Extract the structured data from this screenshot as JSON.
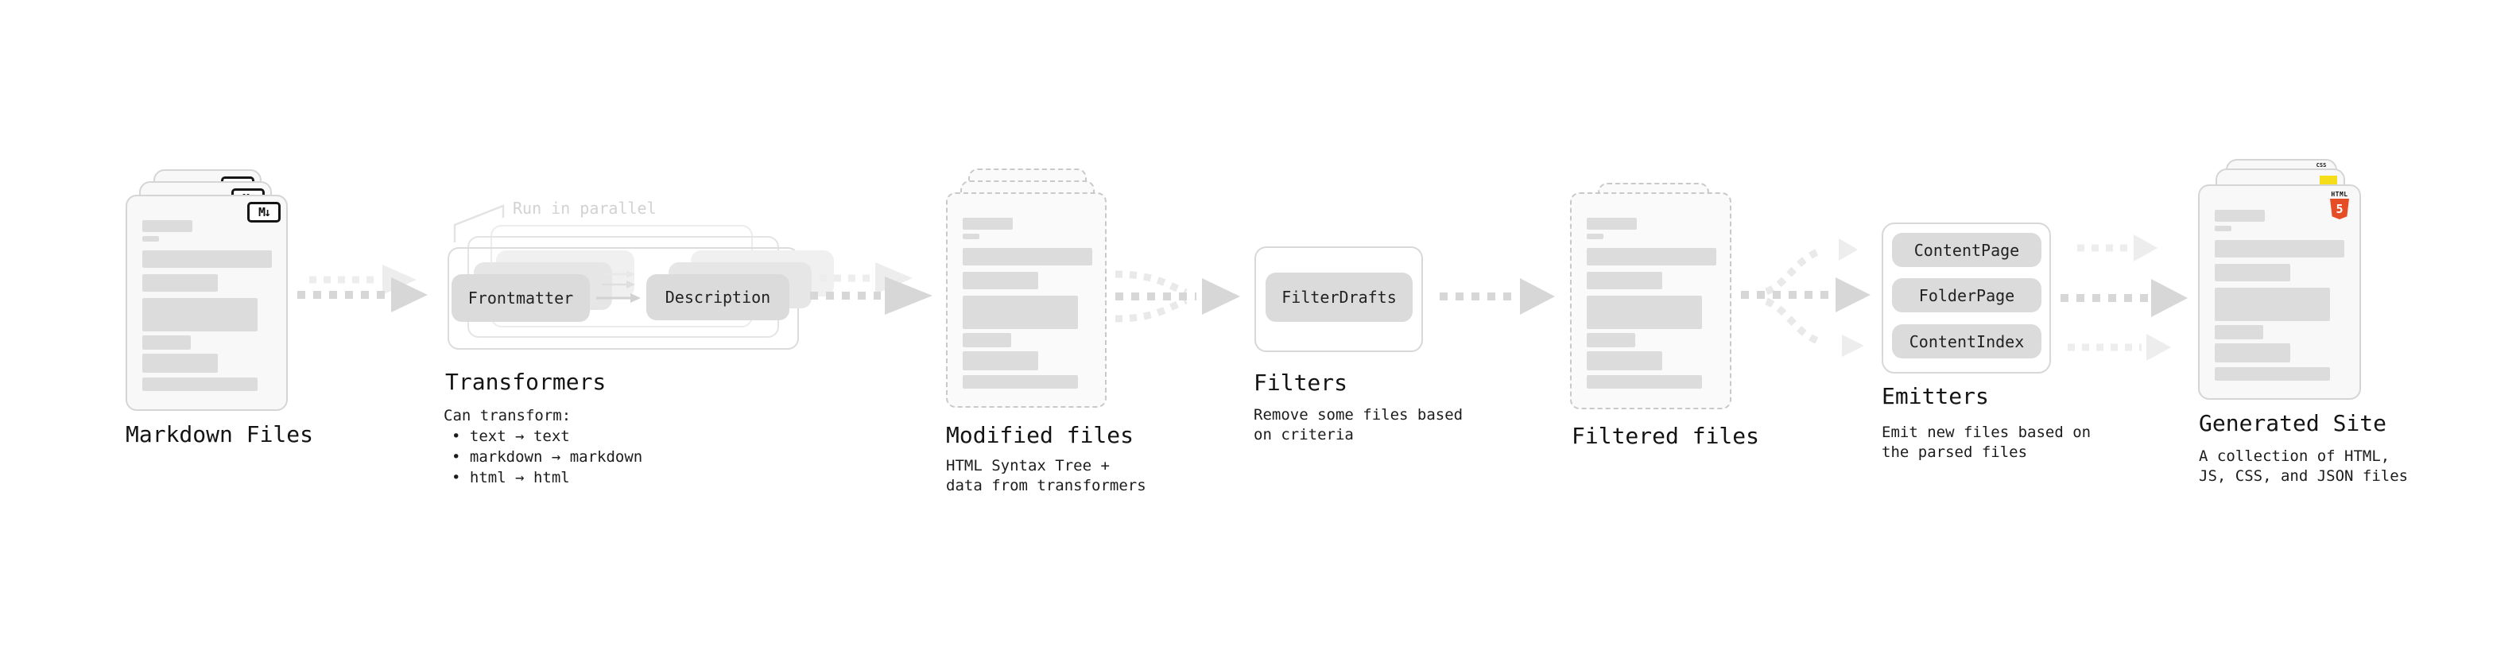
{
  "markdown_files": {
    "label": "Markdown Files"
  },
  "transformers": {
    "annotation": "Run in parallel",
    "steps": [
      "Frontmatter",
      "Description"
    ],
    "title": "Transformers",
    "description": "Can transform:",
    "bullets": [
      "• text → text",
      "• markdown → markdown",
      "• html → html"
    ]
  },
  "modified_files": {
    "title": "Modified files",
    "description_lines": [
      "HTML Syntax Tree +",
      "data from transformers"
    ]
  },
  "filters": {
    "pill": "FilterDrafts",
    "title": "Filters",
    "description_lines": [
      "Remove some files based",
      "on criteria"
    ]
  },
  "filtered_files": {
    "title": "Filtered files"
  },
  "emitters": {
    "pills": [
      "ContentPage",
      "FolderPage",
      "ContentIndex"
    ],
    "title": "Emitters",
    "description_lines": [
      "Emit new files based on",
      "the parsed files"
    ]
  },
  "generated_site": {
    "title": "Generated Site",
    "description_lines": [
      "A collection of HTML,",
      "JS, CSS, and JSON files"
    ]
  },
  "icons": {
    "markdown_label": "M↓",
    "html5_label": "HTML",
    "html5_number": "5",
    "css_label": "CSS"
  },
  "colors": {
    "html5_orange": "#e44d26",
    "js_yellow": "#f5de19",
    "css_blue": "#2d65f2"
  }
}
